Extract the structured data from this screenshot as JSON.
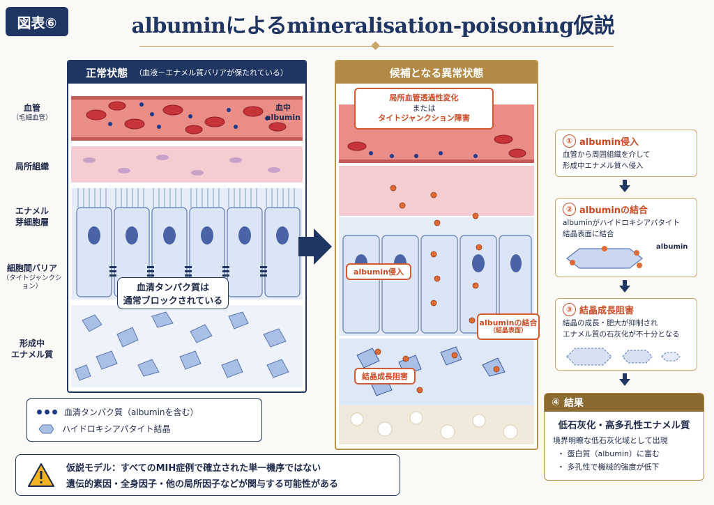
{
  "header": {
    "badge": "図表⑥",
    "title": "albuminによるmineralisation-poisoning仮説"
  },
  "left_panel": {
    "title": "正常状態",
    "subtitle": "（血液－エナメル質バリアが保たれている）",
    "layers": [
      {
        "label": "血管",
        "sub": "（毛細血管）"
      },
      {
        "label": "局所組織",
        "sub": ""
      },
      {
        "label": "エナメル\n芽細胞層",
        "sub": ""
      },
      {
        "label": "細胞間バリア",
        "sub": "（タイトジャンクション）"
      },
      {
        "label": "形成中\nエナメル質",
        "sub": ""
      }
    ],
    "blood_albumin_label": "血中\nalbumin",
    "block_message_line1": "血清タンパク質は",
    "block_message_line2": "通常ブロックされている"
  },
  "legend": {
    "items": [
      {
        "icon": "protein-dots-icon",
        "label": "血清タンパク質（albuminを含む）"
      },
      {
        "icon": "hydroxyapatite-crystal-icon",
        "label": "ハイドロキシアパタイト結晶"
      }
    ]
  },
  "center_panel": {
    "title": "候補となる異常状態",
    "top_callout_line1": "局所血管透過性変化",
    "top_callout_line2": "または",
    "top_callout_line3": "タイトジャンクション障害",
    "callout_invasion": "albumin侵入",
    "callout_binding": "albuminの結合",
    "callout_binding_sub": "（結晶表面）",
    "callout_growth": "結晶成長阻害"
  },
  "steps": [
    {
      "num": "①",
      "title": "albumin侵入",
      "text": [
        "血管から周囲組織を介して",
        "形成中エナメル質へ侵入"
      ]
    },
    {
      "num": "②",
      "title": "albuminの結合",
      "text": [
        "albuminがハイドロキシアパタイト",
        "結晶表面に結合"
      ],
      "tag": "albumin"
    },
    {
      "num": "③",
      "title": "結晶成長阻害",
      "text": [
        "結晶の成長・肥大が抑制され",
        "エナメル質の石灰化が不十分となる"
      ]
    }
  ],
  "result": {
    "num": "④",
    "head": "結果",
    "title": "低石灰化・高多孔性エナメル質",
    "line": "境界明瞭な低石灰化域として出現",
    "bullets": [
      "蛋白質（albumin）に富む",
      "多孔性で機械的強度が低下"
    ]
  },
  "note": {
    "line1": "仮説モデル：すべてのMIH症例で確立された単一機序ではない",
    "line2": "遺伝的素因・全身因子・他の局所因子などが関与する可能性がある"
  },
  "colors": {
    "navy": "#1f3562",
    "gold": "#b28a45",
    "orange": "#d35b34",
    "vessel_red": "#c94a4a"
  }
}
